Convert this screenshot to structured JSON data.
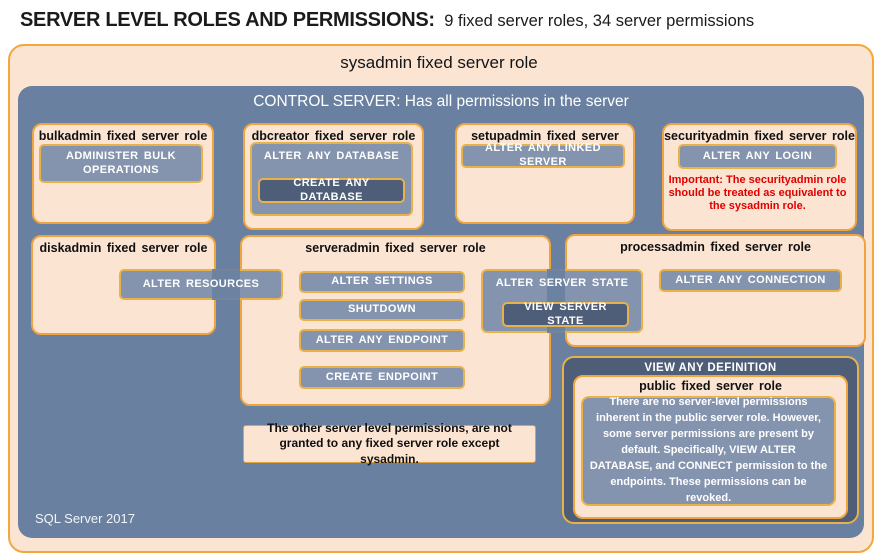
{
  "page": {
    "title_bold": "SERVER LEVEL ROLES AND PERMISSIONS:",
    "title_rest": "9 fixed server roles, 34 server permissions"
  },
  "sysadmin": {
    "label": "sysadmin fixed server role",
    "control_server_label": "CONTROL SERVER: Has all permissions in the server",
    "footer": "SQL Server 2017"
  },
  "roles": {
    "bulkadmin": {
      "label": "bulkadmin fixed server role",
      "permissions": [
        "ADMINISTER BULK OPERATIONS"
      ]
    },
    "dbcreator": {
      "label": "dbcreator fixed server role",
      "outer_permission": "ALTER ANY DATABASE",
      "nested_permission": "CREATE ANY DATABASE"
    },
    "setupadmin": {
      "label": "setupadmin fixed server role",
      "permissions": [
        "ALTER ANY LINKED SERVER"
      ]
    },
    "securityadmin": {
      "label": "securityadmin fixed server role",
      "permissions": [
        "ALTER ANY LOGIN"
      ],
      "note": "Important: The securityadmin role should be treated as equivalent to the sysadmin role."
    },
    "diskadmin": {
      "label": "diskadmin fixed server role",
      "permissions": [
        "ALTER RESOURCES"
      ]
    },
    "serveradmin": {
      "label": "serveradmin fixed server role",
      "permissions": [
        "ALTER SETTINGS",
        "SHUTDOWN",
        "ALTER ANY ENDPOINT",
        "CREATE ENDPOINT"
      ],
      "outer_permission": "ALTER SERVER STATE",
      "nested_permission": "VIEW SERVER STATE"
    },
    "processadmin": {
      "label": "processadmin fixed server role",
      "permissions": [
        "ALTER ANY CONNECTION"
      ]
    },
    "public": {
      "container_permission": "VIEW ANY DEFINITION",
      "label": "public fixed server role",
      "description": "There are no server-level permissions inherent in the public server role. However, some server permissions are present by default. Specifically, VIEW ALTER DATABASE, and CONNECT permission to the endpoints. These permissions can be revoked."
    }
  },
  "notes": {
    "other_permissions": "The other server level permissions, are not granted to any fixed server role except sysadmin."
  },
  "colors": {
    "peach": "#fce4d2",
    "blue": "#6a80a0",
    "gray_blue": "#8494ae",
    "dark_slate": "#4e5e78",
    "gold_border": "#efa440",
    "red_text": "#e00000"
  }
}
